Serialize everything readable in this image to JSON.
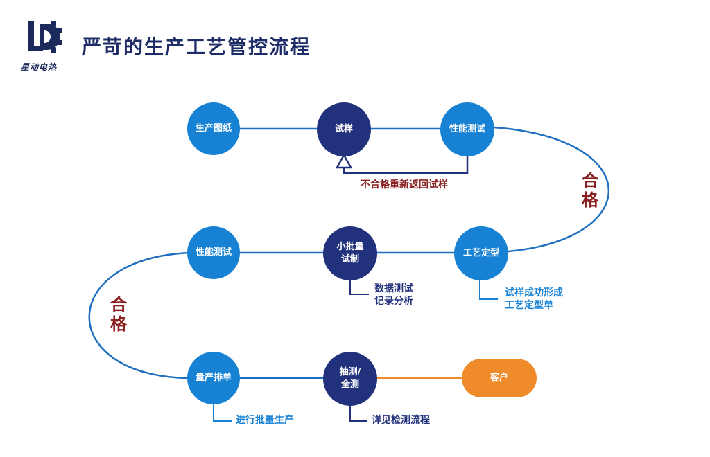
{
  "header": {
    "title": "严苛的生产工艺管控流程",
    "brand_text": "星动电热",
    "logo_icon": "ld-gear-logo"
  },
  "colors": {
    "title": "#1d2b66",
    "node_light": "#1782d3",
    "node_dark": "#22317c",
    "node_customer": "#ef8b2a",
    "line_blue": "#1e6fbf",
    "line_orange": "#ef8b2a",
    "feedback_line": "#22317c",
    "pass_label": "#8a2020"
  },
  "flow": {
    "row1": {
      "drawings": "生产图纸",
      "sample": "试样",
      "performance_test": "性能测试"
    },
    "feedback_label": "不合格重新返回试样",
    "pass_label_right": "合\n格",
    "row2": {
      "process_finalized": "工艺定型",
      "small_batch": "小批量\n试制",
      "performance_test": "性能测试"
    },
    "pass_label_left": "合\n格",
    "row3": {
      "mass_schedule": "量产排单",
      "inspection": "抽测/\n全测",
      "customer": "客户"
    },
    "notes": {
      "process_finalized": "试样成功形成\n工艺定型单",
      "small_batch": "数据测试\n记录分析",
      "mass_schedule": "进行批量生产",
      "inspection": "详见检测流程"
    }
  }
}
